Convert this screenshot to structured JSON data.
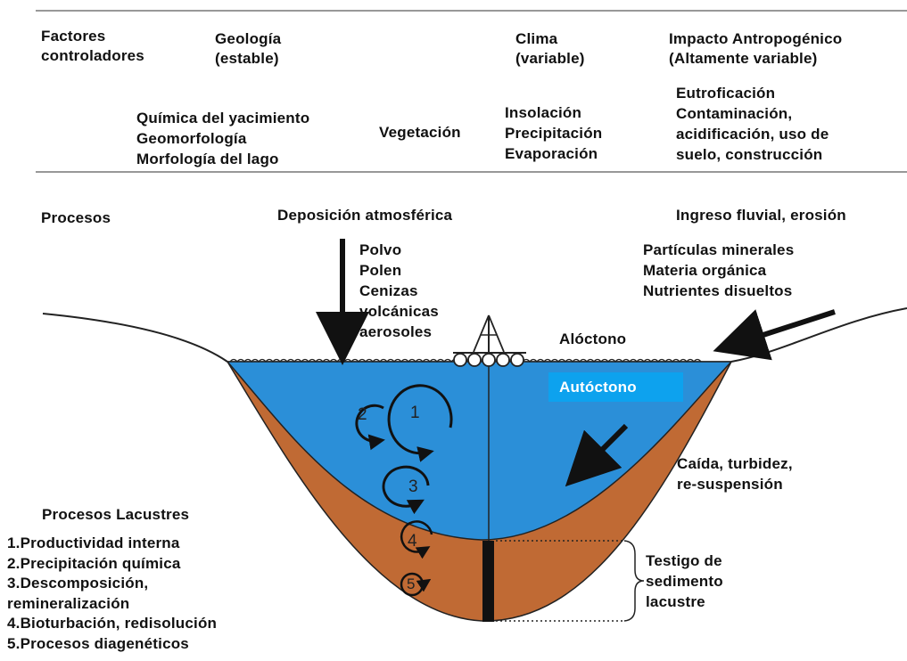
{
  "header": {
    "factors_label": "Factores\ncontroladores",
    "geology": "Geología\n(estable)",
    "climate": "Clima\n(variable)",
    "anthropogenic": "Impacto Antropogénico\n(Altamente variable)"
  },
  "factors": {
    "geology_items": "Química del yacimiento\nGeomorfología\nMorfología del lago",
    "vegetation": "Vegetación",
    "climate_items": "Insolación\nPrecipitación\nEvaporación",
    "anthropogenic_items": "Eutroficación\nContaminación,\nacidificación, uso de\nsuelo, construcción"
  },
  "processes": {
    "label": "Procesos",
    "atmospheric": "Deposición atmosférica",
    "atmospheric_items": "Polvo\nPolen\nCenizas\nvolcánicas\naerosoles",
    "fluvial": "Ingreso fluvial, erosión",
    "fluvial_items": "Partículas minerales\nMateria orgánica\nNutrientes disueltos"
  },
  "lake": {
    "allochthonous": "Alóctono",
    "autochthonous": "Autóctono",
    "slope_process": "Caída, turbidez,\nre-suspensión",
    "core_label": "Testigo de\nsedimento\nlacustre",
    "cycle_numbers": [
      "1",
      "2",
      "3",
      "4",
      "5"
    ],
    "colors": {
      "water": "#2b8fd8",
      "sediment": "#c06a34",
      "label_box": "#0da2ee"
    }
  },
  "lacustrine": {
    "title": "Procesos Lacustres",
    "items": "1.Productividad interna\n2.Precipitación química\n3.Descomposición,\nremineralización\n4.Bioturbación, redisolución\n5.Procesos diagenéticos"
  }
}
